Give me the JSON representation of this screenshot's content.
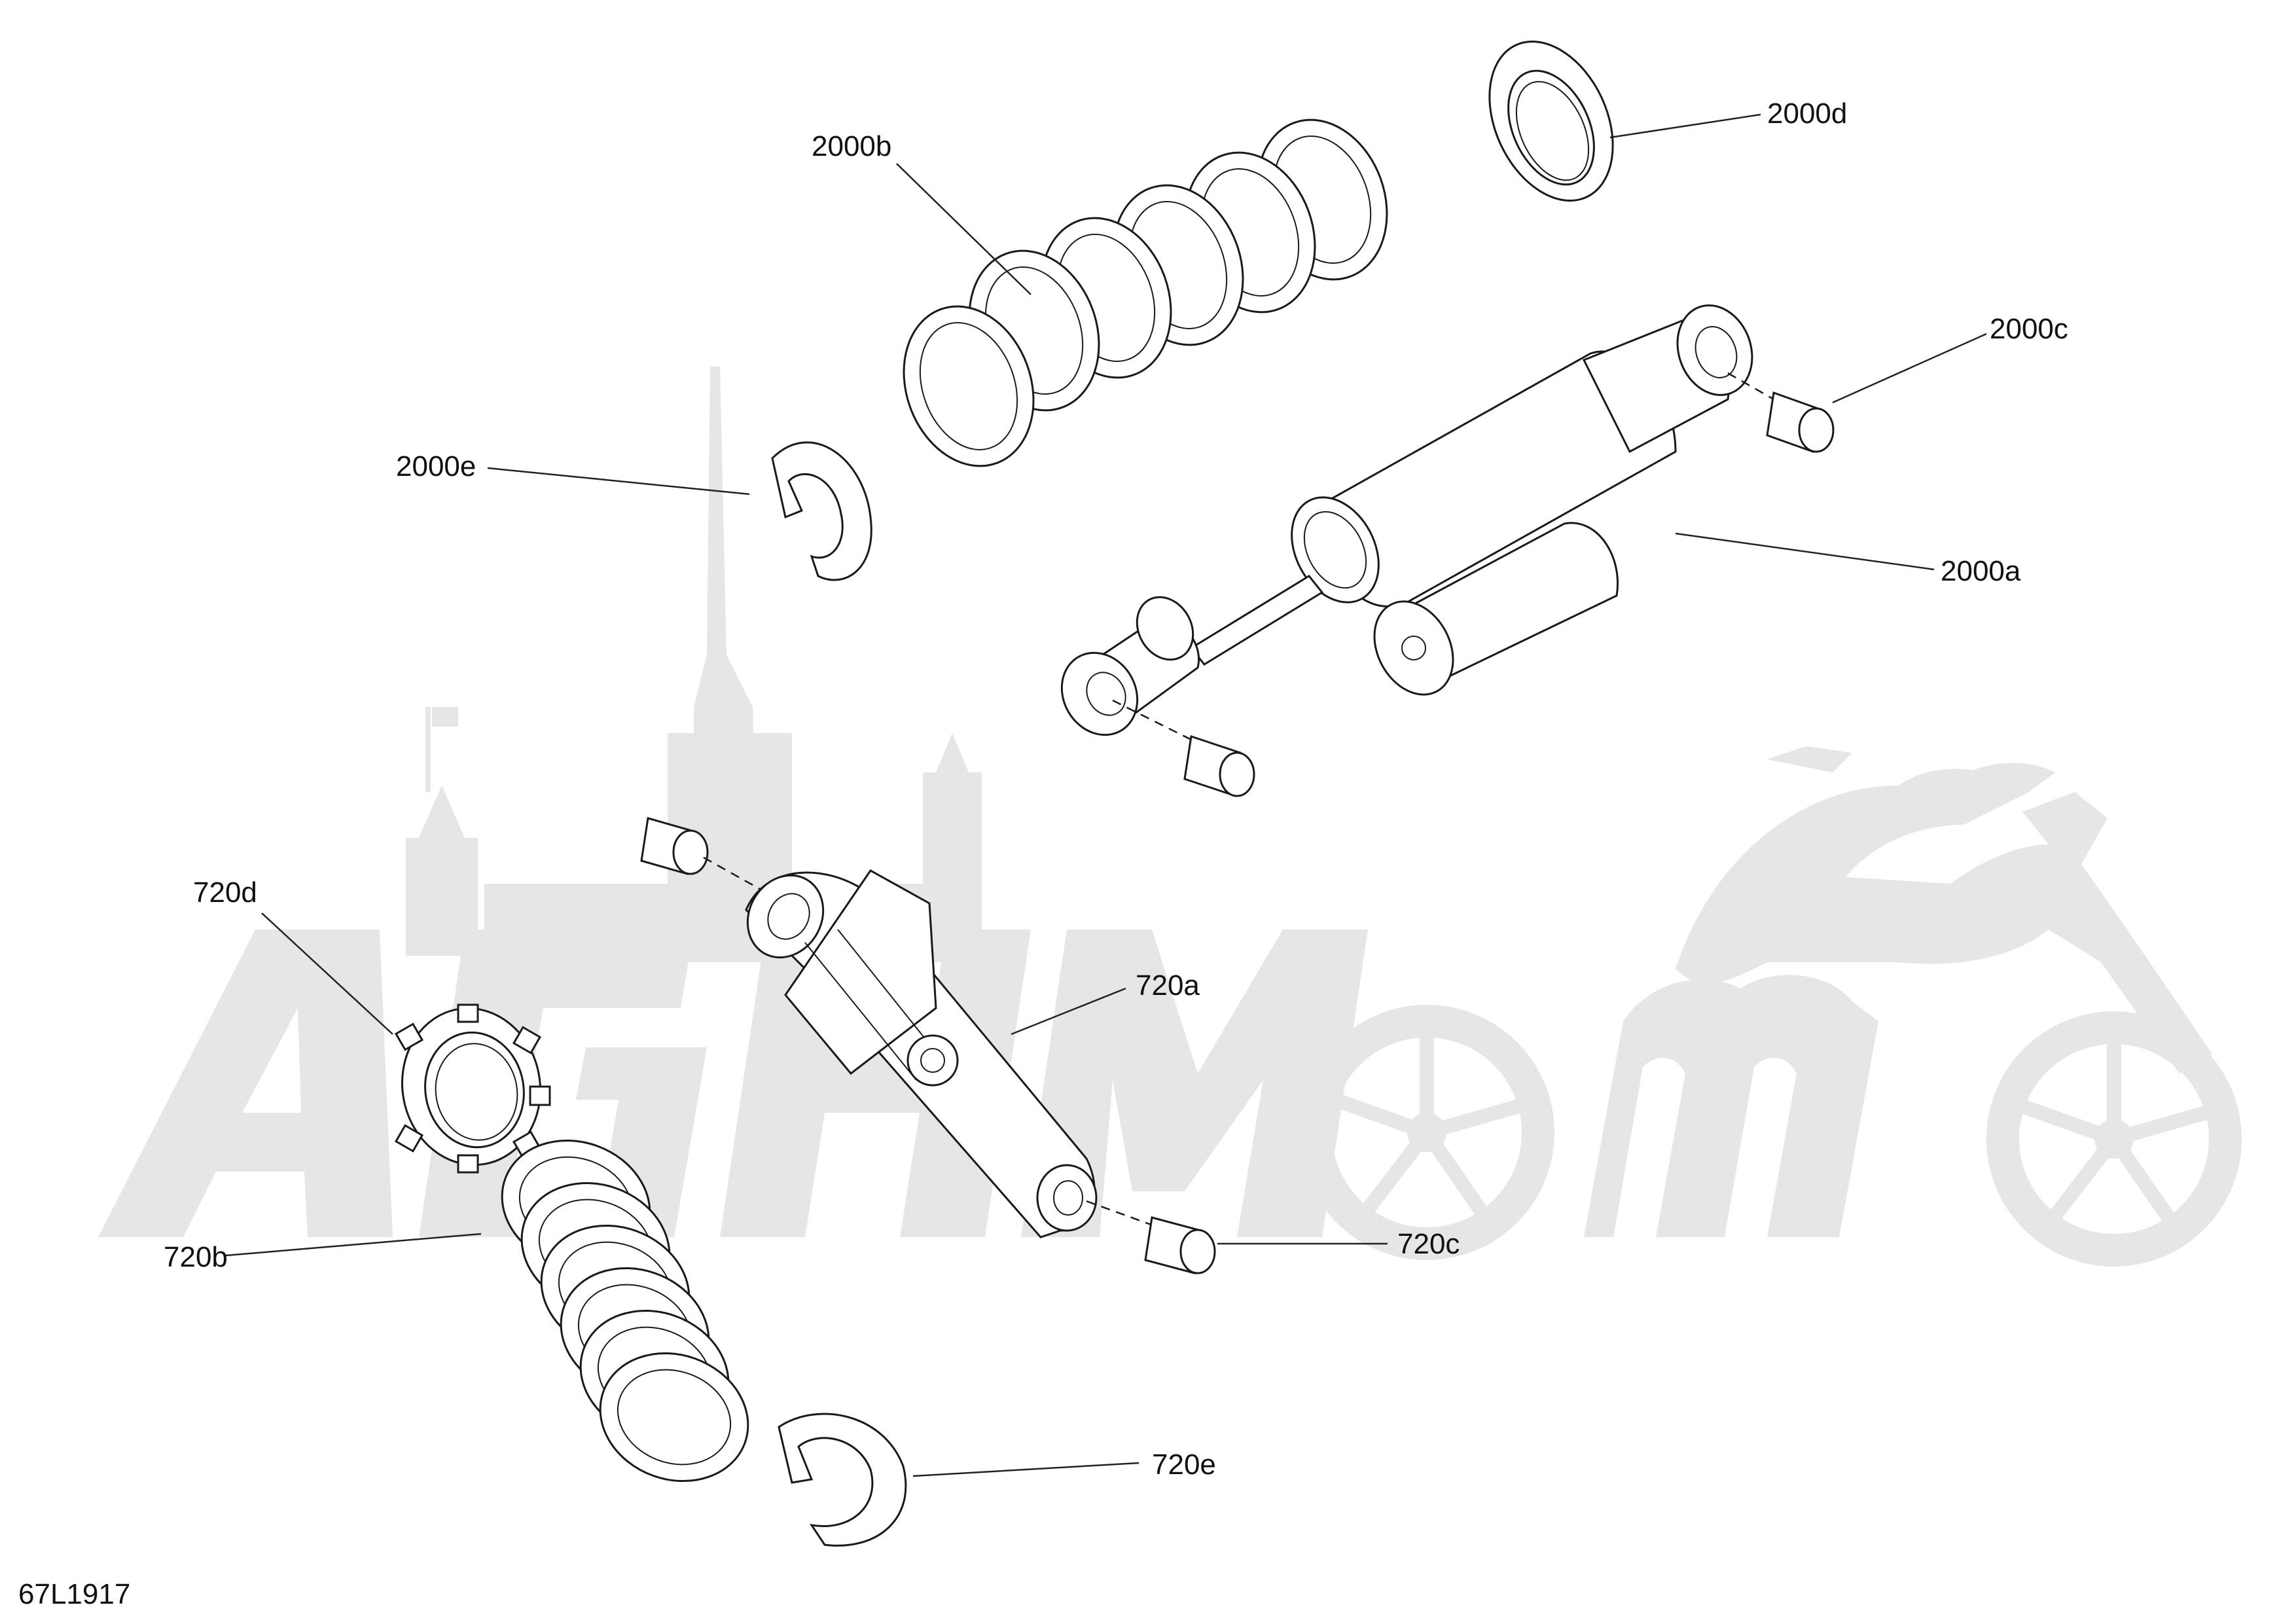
{
  "diagram": {
    "drawing_code": "67L1917",
    "callouts": {
      "c2000a": "2000a",
      "c2000b": "2000b",
      "c2000c": "2000c",
      "c2000d": "2000d",
      "c2000e": "2000e",
      "c720a": "720a",
      "c720b": "720b",
      "c720c": "720c",
      "c720d": "720d",
      "c720e": "720e"
    },
    "watermark": {
      "brand_text": "AGHM",
      "color": "#e6e6e6"
    },
    "line_color": "#1a1a1a"
  }
}
